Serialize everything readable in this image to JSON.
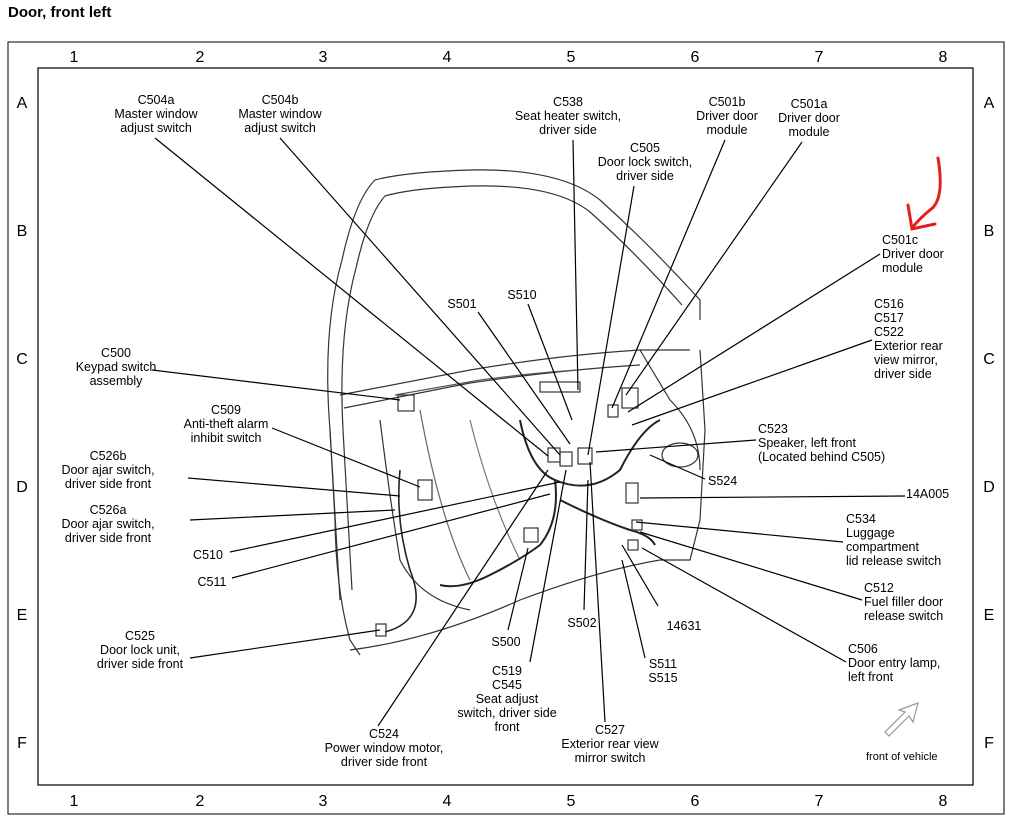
{
  "title": "Door, front left",
  "grid": {
    "columns": [
      "1",
      "2",
      "3",
      "4",
      "5",
      "6",
      "7",
      "8"
    ],
    "rows": [
      "A",
      "B",
      "C",
      "D",
      "E",
      "F"
    ]
  },
  "annotation_color": "#e0201b",
  "orientation_label": "front of vehicle",
  "callouts": [
    {
      "id": "c504a",
      "lines": [
        "C504a",
        "Master window",
        "adjust switch"
      ]
    },
    {
      "id": "c504b",
      "lines": [
        "C504b",
        "Master window",
        "adjust switch"
      ]
    },
    {
      "id": "c538",
      "lines": [
        "C538",
        "Seat heater switch,",
        "driver side"
      ]
    },
    {
      "id": "c505",
      "lines": [
        "C505",
        "Door lock switch,",
        "driver side"
      ]
    },
    {
      "id": "c501b",
      "lines": [
        "C501b",
        "Driver door",
        "module"
      ]
    },
    {
      "id": "c501a",
      "lines": [
        "C501a",
        "Driver door",
        "module"
      ]
    },
    {
      "id": "c501c",
      "lines": [
        "C501c",
        "Driver door",
        "module"
      ]
    },
    {
      "id": "c516",
      "lines": [
        "C516",
        "C517",
        "C522",
        "Exterior rear",
        "view mirror,",
        "driver side"
      ]
    },
    {
      "id": "s501",
      "lines": [
        "S501"
      ]
    },
    {
      "id": "s510",
      "lines": [
        "S510"
      ]
    },
    {
      "id": "c500",
      "lines": [
        "C500",
        "Keypad switch",
        "assembly"
      ]
    },
    {
      "id": "c509",
      "lines": [
        "C509",
        "Anti-theft alarm",
        "inhibit switch"
      ]
    },
    {
      "id": "c523",
      "lines": [
        "C523",
        "Speaker, left front",
        "(Located behind C505)"
      ]
    },
    {
      "id": "s524",
      "lines": [
        "S524"
      ]
    },
    {
      "id": "c526b",
      "lines": [
        "C526b",
        "Door ajar switch,",
        "driver side front"
      ]
    },
    {
      "id": "c526a",
      "lines": [
        "C526a",
        "Door ajar switch,",
        "driver side front"
      ]
    },
    {
      "id": "w14a005",
      "lines": [
        "14A005"
      ]
    },
    {
      "id": "c534",
      "lines": [
        "C534",
        "Luggage",
        "compartment",
        "lid release switch"
      ]
    },
    {
      "id": "c510",
      "lines": [
        "C510"
      ]
    },
    {
      "id": "c511",
      "lines": [
        "C511"
      ]
    },
    {
      "id": "c512",
      "lines": [
        "C512",
        "Fuel filler door",
        "release switch"
      ]
    },
    {
      "id": "c525",
      "lines": [
        "C525",
        "Door lock unit,",
        "driver side front"
      ]
    },
    {
      "id": "s500",
      "lines": [
        "S500"
      ]
    },
    {
      "id": "s502",
      "lines": [
        "S502"
      ]
    },
    {
      "id": "w14631",
      "lines": [
        "14631"
      ]
    },
    {
      "id": "c506",
      "lines": [
        "C506",
        "Door entry lamp,",
        "left front"
      ]
    },
    {
      "id": "c519",
      "lines": [
        "C519",
        "C545",
        "Seat adjust",
        "switch, driver side",
        "front"
      ]
    },
    {
      "id": "s511",
      "lines": [
        "S511",
        "S515"
      ]
    },
    {
      "id": "c524",
      "lines": [
        "C524",
        "Power window motor,",
        "driver side front"
      ]
    },
    {
      "id": "c527",
      "lines": [
        "C527",
        "Exterior rear view",
        "mirror switch"
      ]
    }
  ]
}
